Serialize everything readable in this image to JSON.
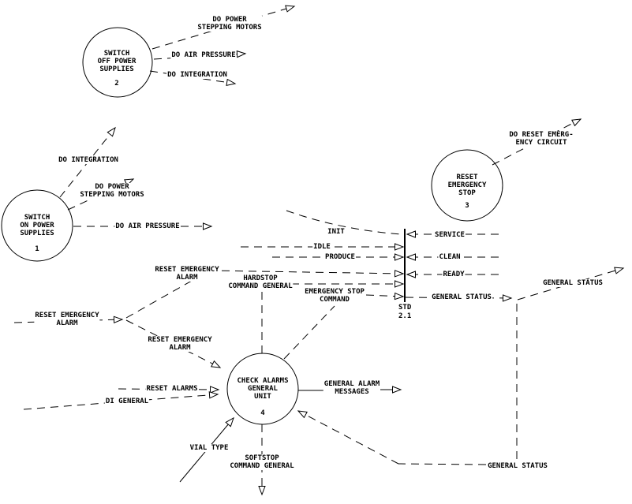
{
  "diagram": {
    "type": "data-flow-diagram",
    "background": "#ffffff",
    "stroke": "#000000",
    "nodes": {
      "n1": {
        "label": "SWITCH\nON POWER\nSUPPLIES",
        "number": "1"
      },
      "n2": {
        "label": "SWITCH\nOFF POWER\nSUPPLIES",
        "number": "2"
      },
      "n3": {
        "label": "RESET\nEMERGENCY\nSTOP",
        "number": "3"
      },
      "n4": {
        "label": "CHECK ALARMS\nGENERAL\nUNIT",
        "number": "4"
      }
    },
    "bar": {
      "label": "STD",
      "id": "2.1"
    },
    "flows": {
      "do_power_stepping_motors": "DO POWER\nSTEPPING MOTORS",
      "do_air_pressure": "DO AIR PRESSURE",
      "do_integration": "DO INTEGRATION",
      "do_reset_emergency_circuit": "DO RESET EMERG-\nENCY CIRCUIT",
      "init": "INIT",
      "idle": "IDLE",
      "produce": "PRODUCE",
      "service": "SERVICE",
      "clean": "CLEAN",
      "ready": "READY",
      "general_status": "GENERAL STATUS",
      "reset_emergency_alarm": "RESET EMERGENCY\nALARM",
      "hardstop_command_general": "HARDSTOP\nCOMMAND GENERAL",
      "emergency_stop_command": "EMERGENCY STOP\nCOMMAND",
      "softstop_command_general": "SOFTSTOP\nCOMMAND GENERAL",
      "reset_alarms": "RESET ALARMS",
      "di_general": "DI GENERAL",
      "vial_type": "VIAL TYPE",
      "general_alarm_messages": "GENERAL ALARM\nMESSAGES"
    }
  }
}
